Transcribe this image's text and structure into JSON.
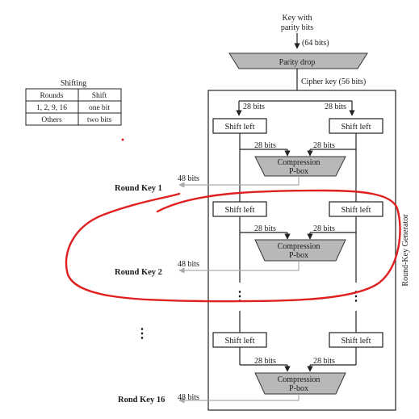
{
  "top": {
    "input_label_line1": "Key with",
    "input_label_line2": "parity bits",
    "input_bits": "(64 bits)",
    "parity_drop": "Parity drop",
    "cipher_key": "Cipher key (56 bits)"
  },
  "shifting_table": {
    "title": "Shifting",
    "headers": [
      "Rounds",
      "Shift"
    ],
    "rows": [
      [
        "1, 2, 9, 16",
        "one bit"
      ],
      [
        "Others",
        "two bits"
      ]
    ]
  },
  "generator_label": "Round-Key Generator",
  "labels": {
    "bits28": "28 bits",
    "bits48": "48 bits",
    "shift_left": "Shift left",
    "compression_line1": "Compression",
    "compression_line2": "P-box",
    "ellipsis": "⋮"
  },
  "round_keys": {
    "rk1": "Round Key 1",
    "rk2": "Round Key 2",
    "rk16": "Rond Key 16"
  },
  "colors": {
    "shade": "#b8b8b8",
    "annotation_red": "#e02020",
    "line": "#222222",
    "gray_line": "#aaaaaa"
  }
}
